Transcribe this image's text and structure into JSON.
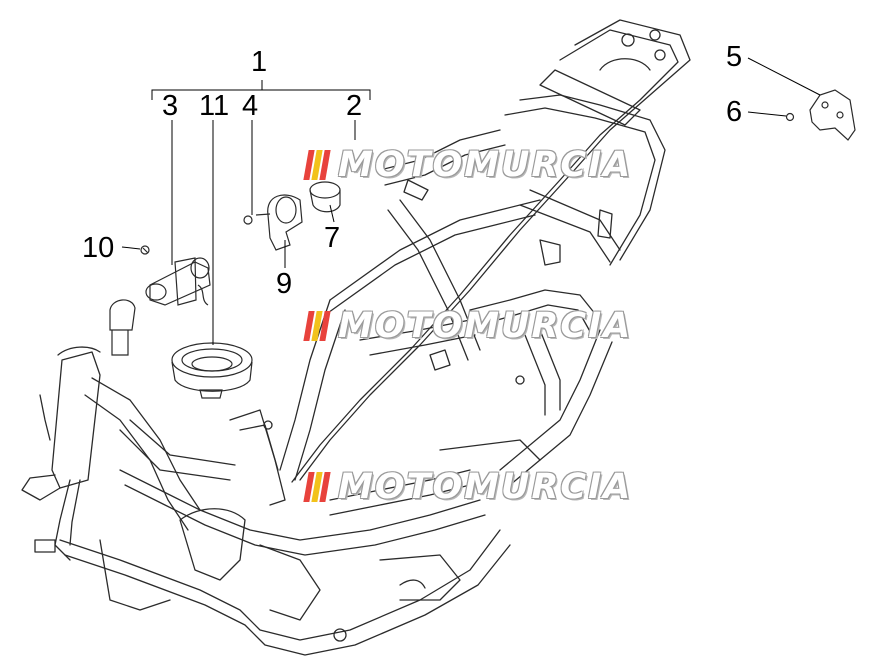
{
  "diagram": {
    "callouts": [
      {
        "id": "c1",
        "label": "1"
      },
      {
        "id": "c2",
        "label": "2"
      },
      {
        "id": "c3",
        "label": "3"
      },
      {
        "id": "c4",
        "label": "4"
      },
      {
        "id": "c5",
        "label": "5"
      },
      {
        "id": "c6",
        "label": "6"
      },
      {
        "id": "c7",
        "label": "7"
      },
      {
        "id": "c9",
        "label": "9"
      },
      {
        "id": "c10",
        "label": "10"
      },
      {
        "id": "c11",
        "label": "11"
      }
    ]
  },
  "watermark": {
    "text": "MOTOMURCIA",
    "stripe_colors": [
      "#e8423c",
      "#f2c21b",
      "#e8423c"
    ]
  },
  "colors": {
    "line": "#2b2b2b",
    "leader": "#000000"
  }
}
